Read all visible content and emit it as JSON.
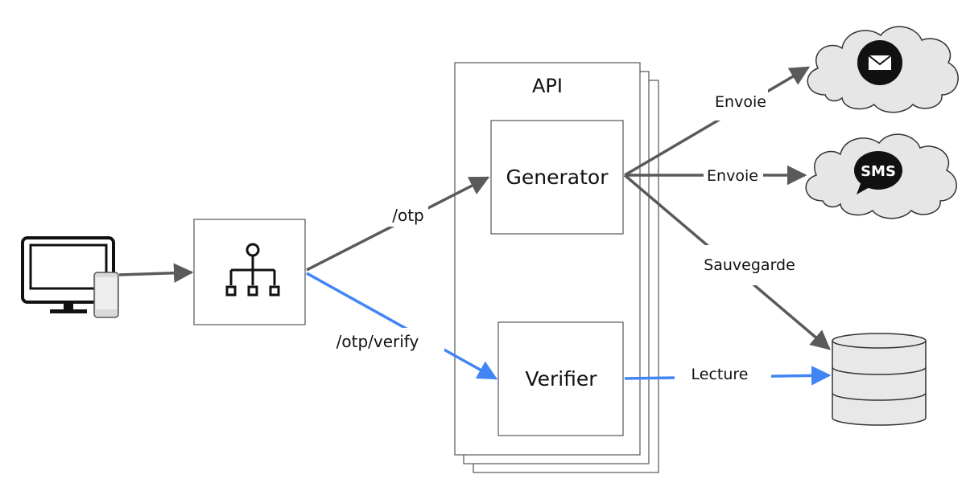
{
  "diagram": {
    "api_title": "API",
    "generator_label": "Generator",
    "verifier_label": "Verifier",
    "edge_otp": "/otp",
    "edge_otp_verify": "/otp/verify",
    "edge_send_email": "Envoie",
    "edge_send_sms": "Envoie",
    "edge_save": "Sauvegarde",
    "edge_read": "Lecture",
    "sms_icon_text": "SMS"
  },
  "icons": {
    "client": "desktop-and-phone-icon",
    "load_balancer": "load-balancer-icon",
    "email": "envelope-icon",
    "sms": "sms-bubble-icon",
    "database": "database-icon"
  },
  "colors": {
    "flow_grey": "#5a5a5a",
    "flow_blue": "#4285f4",
    "cloud_fill": "#e6e6e6",
    "db_fill": "#e8e8e8"
  }
}
